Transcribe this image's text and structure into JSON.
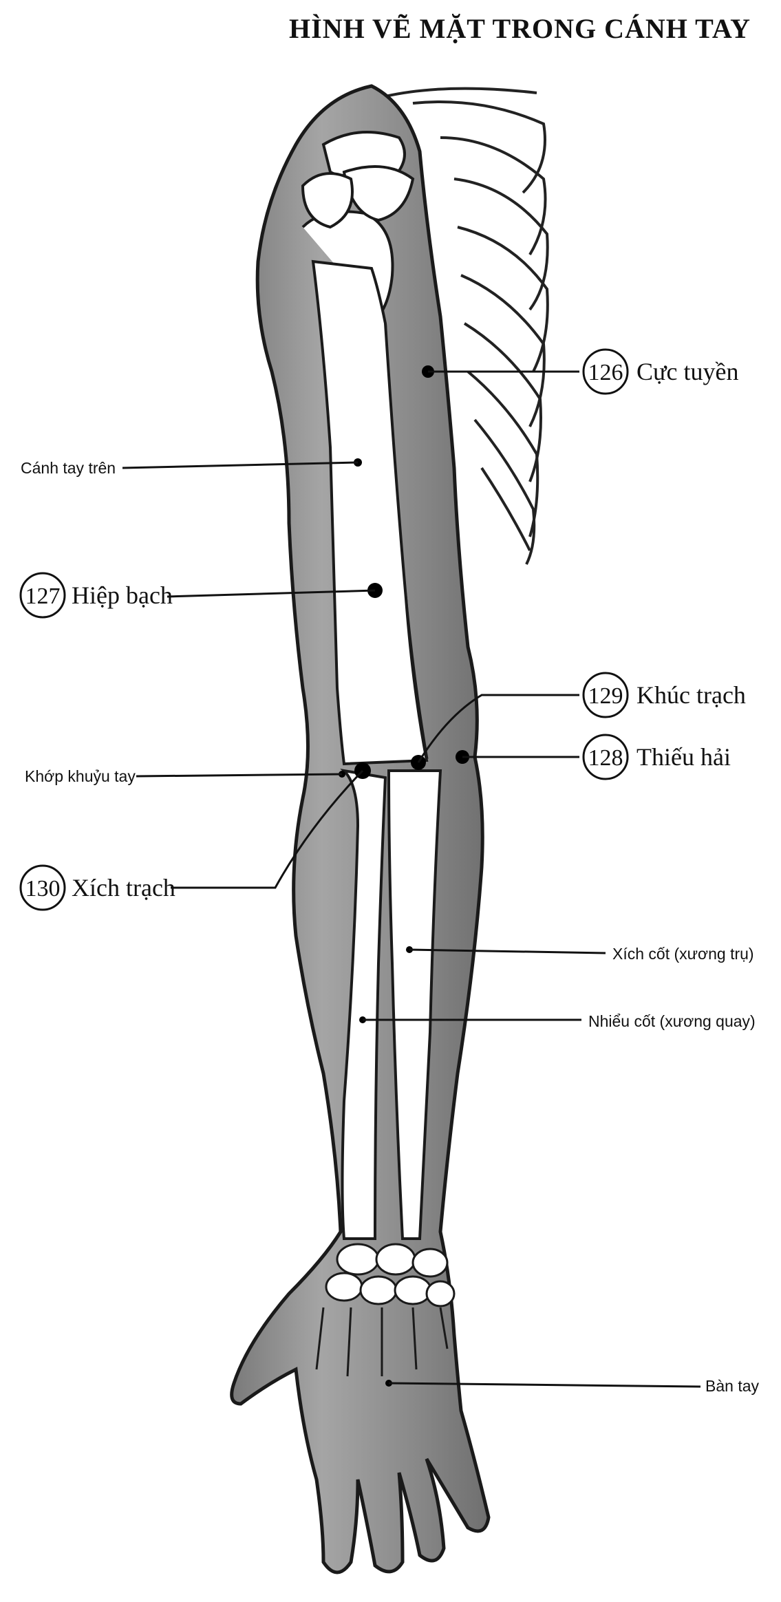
{
  "title": "HÌNH VẼ MẶT TRONG CÁNH TAY",
  "points": [
    {
      "number": "126",
      "name": "Cực tuyền"
    },
    {
      "number": "127",
      "name": "Hiệp bạch"
    },
    {
      "number": "129",
      "name": "Khúc trạch"
    },
    {
      "number": "128",
      "name": "Thiếu hải"
    },
    {
      "number": "130",
      "name": "Xích trạch"
    }
  ],
  "parts": {
    "upper_arm": "Cánh tay trên",
    "elbow": "Khớp khuỷu tay",
    "ulna": "Xích cốt (xương trụ)",
    "radius": "Nhiểu cốt (xương quay)",
    "hand": "Bàn tay"
  },
  "colors": {
    "skin_shade": "#8e8e8e",
    "skin_light": "#c4c4c4",
    "bone": "#ffffff",
    "ink": "#111111"
  }
}
